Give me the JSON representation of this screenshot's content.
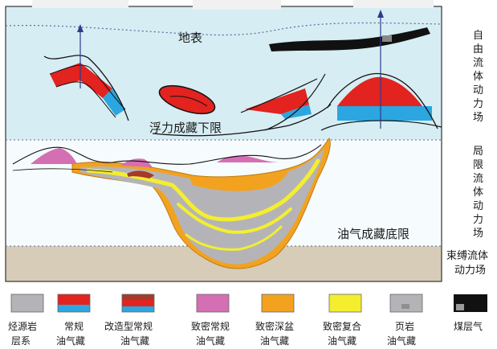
{
  "diagram": {
    "labels": {
      "surface": "地表",
      "buoyancy_limit": "浮力成藏下限",
      "bottom_limit": "油气成藏底限"
    },
    "zones": {
      "free_fluid": [
        "自",
        "由",
        "流",
        "体",
        "动",
        "力",
        "场"
      ],
      "confined_fluid": [
        "局",
        "限",
        "流",
        "体",
        "动",
        "力",
        "场"
      ],
      "bound_fluid": [
        "束缚流体",
        "动力场"
      ]
    },
    "legend": [
      {
        "line1": "烃源岩",
        "line2": "层系",
        "icon": "source-rock-swatch"
      },
      {
        "line1": "常规",
        "line2": "油气藏",
        "icon": "conventional-swatch"
      },
      {
        "line1": "改造型常规",
        "line2": "油气藏",
        "icon": "modified-conventional-swatch"
      },
      {
        "line1": "致密常规",
        "line2": "油气藏",
        "icon": "tight-conventional-swatch"
      },
      {
        "line1": "致密深盆",
        "line2": "油气藏",
        "icon": "tight-deep-basin-swatch"
      },
      {
        "line1": "致密复合",
        "line2": "油气藏",
        "icon": "tight-composite-swatch"
      },
      {
        "line1": "页岩",
        "line2": "油气藏",
        "icon": "shale-swatch"
      },
      {
        "line1": "煤层气",
        "line2": "",
        "icon": "coalbed-methane-swatch"
      }
    ],
    "colors": {
      "sky": "#d6edf3",
      "confined": "#f6fbfd",
      "bound": "#d6ccb8",
      "source_rock": "#b4b4b8",
      "red": "#e2231f",
      "blue": "#2ba6e0",
      "dark_red": "#a33a2c",
      "pink": "#d56fb4",
      "orange": "#f2a21f",
      "yellow": "#f4ee2f",
      "black": "#111111"
    }
  }
}
